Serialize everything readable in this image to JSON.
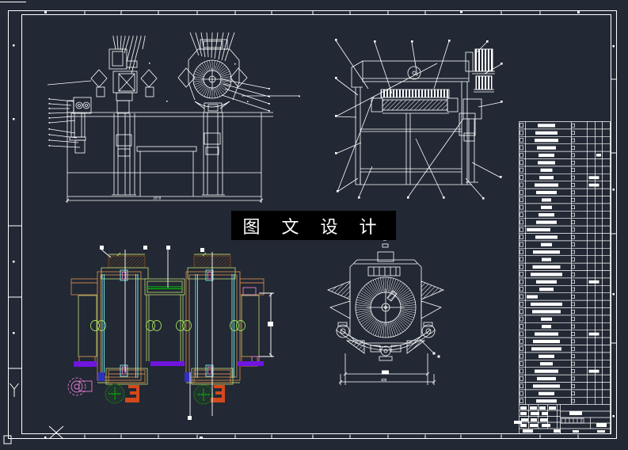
{
  "app": {
    "type": "cad-drawing-sheet"
  },
  "watermark": {
    "text": "图 文 设 计"
  },
  "dimensions": {
    "front_width": "1878",
    "cutter_width": "400"
  },
  "colors": {
    "bg": "#222834",
    "line": "#FFFFFF",
    "tan": "#C8854A",
    "brown": "#7E4A1E",
    "olive": "#AEC86A",
    "ylgreen": "#9FE05A",
    "green": "#00C800",
    "cyan": "#7DEDED",
    "magenta": "#E47BD0",
    "purple": "#7014E0",
    "blue": "#3030C0",
    "darkgreen": "#1E6B18",
    "orange": "#D4491C"
  },
  "bom": {
    "rows": [
      {
        "w": 22
      },
      {
        "w": 28
      },
      {
        "w": 30
      },
      {
        "w": 24
      },
      {
        "w": 20,
        "s": true
      },
      {
        "w": 22
      },
      {
        "w": 15
      },
      {
        "w": 18,
        "e": true
      },
      {
        "w": 30,
        "e": true
      },
      {
        "w": 26
      },
      {
        "w": 12
      },
      {
        "w": 14
      },
      {
        "w": 20
      },
      {
        "w": 26
      },
      {
        "w": 30,
        "l": true
      },
      {
        "w": 28
      },
      {
        "w": 14
      },
      {
        "w": 34
      },
      {
        "w": 12
      },
      {
        "w": 35
      },
      {
        "w": 40
      },
      {
        "w": 26,
        "e": true
      },
      {
        "w": 18
      },
      {
        "w": 14,
        "l": true
      },
      {
        "w": 40
      },
      {
        "w": 36
      },
      {
        "w": 14
      },
      {
        "w": 12
      },
      {
        "w": 30,
        "e": true
      },
      {
        "w": 34
      },
      {
        "w": 38
      },
      {
        "w": 20
      },
      {
        "w": 16
      },
      {
        "w": 30,
        "e": true
      },
      {
        "w": 24
      },
      {
        "w": 34
      },
      {
        "w": 20
      },
      {
        "w": 26
      }
    ]
  },
  "title_block": {
    "blobs": [
      [
        649,
        531,
        10,
        4
      ],
      [
        657,
        513,
        8,
        4
      ],
      [
        669,
        513,
        9,
        4
      ],
      [
        681,
        513,
        8,
        4
      ],
      [
        693,
        513,
        9,
        4
      ],
      [
        657,
        520,
        8,
        4
      ],
      [
        670,
        520,
        11,
        4
      ],
      [
        684,
        520,
        8,
        4
      ],
      [
        658,
        528,
        9,
        4
      ],
      [
        670,
        528,
        8,
        4
      ],
      [
        682,
        528,
        10,
        4
      ],
      [
        657,
        535,
        8,
        4
      ],
      [
        669,
        535,
        10,
        4
      ],
      [
        684,
        535,
        11,
        4
      ],
      [
        719,
        519,
        16,
        5
      ],
      [
        753,
        534,
        13,
        5
      ],
      [
        660,
        542,
        13,
        4
      ],
      [
        699,
        542,
        9,
        4
      ],
      [
        723,
        543,
        8,
        3
      ],
      [
        754,
        543,
        10,
        3
      ]
    ]
  }
}
